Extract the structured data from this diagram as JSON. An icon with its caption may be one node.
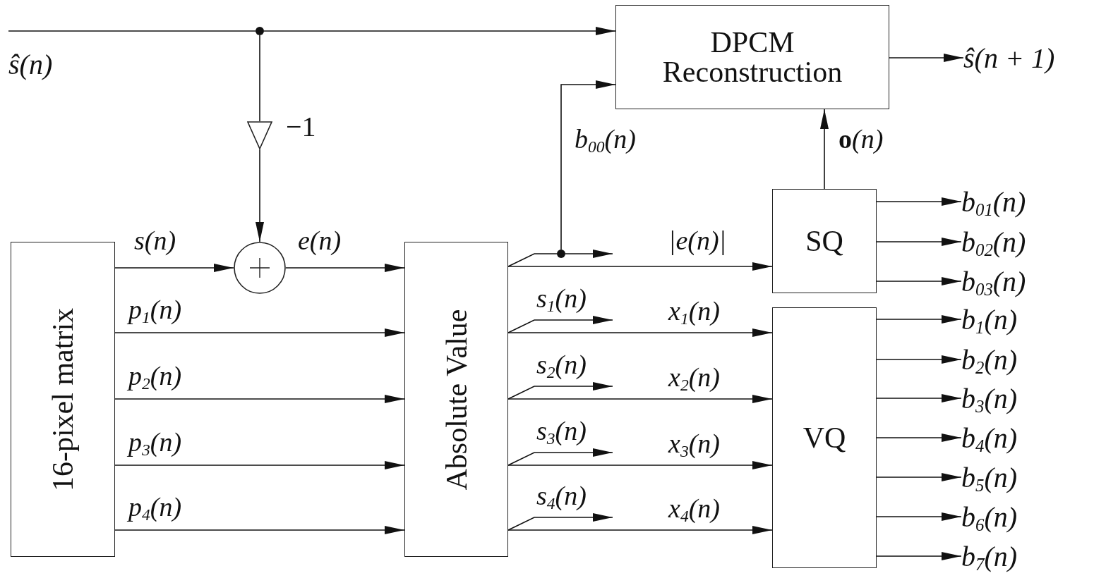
{
  "diagram": {
    "nodes": [
      {
        "text": [
          "ŝ(n)"
        ]
      },
      {
        "text": [],
        "shape": "circle"
      },
      {
        "text": [
          "DPCM Reconstruction"
        ]
      },
      {
        "text": [
          "ŝ(n + 1)"
        ]
      },
      {
        "text": [],
        "shape": "triangle",
        "beside": [
          "−1"
        ]
      },
      {
        "text": [],
        "shape": "circle"
      },
      {
        "text": [
          "16-pixel matrix"
        ]
      },
      {
        "text": [
          "Absolute Value"
        ]
      },
      {
        "text": [],
        "shape": "circle"
      },
      {
        "text": [
          "SQ"
        ]
      },
      {
        "text": [
          "VQ"
        ]
      },
      {
        "text": [
          "b$_{01}$(n)"
        ]
      },
      {
        "text": [
          "b$_{02}$(n)"
        ]
      },
      {
        "text": [
          "b$_{03}$(n)"
        ]
      },
      {
        "text": [
          "b$_{1}$(n)"
        ]
      },
      {
        "text": [
          "b$_{2}$(n)"
        ]
      },
      {
        "text": [
          "b$_{3}$(n)"
        ]
      },
      {
        "text": [
          "b$_{4}$(n)"
        ]
      },
      {
        "text": [
          "b$_{5}$(n)"
        ]
      },
      {
        "text": [
          "b$_{6}$(n)"
        ]
      },
      {
        "text": [
          "b$_{7}$(n)"
        ]
      }
    ],
    "edges": [
      {
        "from": 0,
        "to": 1,
        "arrow": "none"
      },
      {
        "from": 1,
        "to": 2,
        "arrow": "to"
      },
      {
        "from": 1,
        "to": 4,
        "arrow": "none"
      },
      {
        "from": 4,
        "to": 5,
        "arrow": "to"
      },
      {
        "from": 6,
        "to": 5,
        "arrow": "to",
        "label": "s(n)"
      },
      {
        "from": 5,
        "to": 7,
        "arrow": "to",
        "label": "e(n)"
      },
      {
        "from": 6,
        "to": 7,
        "arrow": "to",
        "label": "p$_{1}$(n)"
      },
      {
        "from": 6,
        "to": 7,
        "arrow": "to",
        "label": "p$_{2}$(n)"
      },
      {
        "from": 6,
        "to": 7,
        "arrow": "to",
        "label": "p$_{3}$(n)"
      },
      {
        "from": 6,
        "to": 7,
        "arrow": "to",
        "label": "p$_{4}$(n)"
      },
      {
        "from": 7,
        "to": 8,
        "arrow": "none"
      },
      {
        "from": 8,
        "to": null,
        "arrow": "to"
      },
      {
        "from": 8,
        "to": 2,
        "arrow": "to",
        "label": "b$_{00}$(n)"
      },
      {
        "from": 7,
        "to": 9,
        "arrow": "to",
        "label": "|e(n)|"
      },
      {
        "from": 7,
        "to": null,
        "arrow": "to",
        "label": "s$_{1}$(n)"
      },
      {
        "from": 7,
        "to": null,
        "arrow": "to",
        "label": "s$_{2}$(n)"
      },
      {
        "from": 7,
        "to": null,
        "arrow": "to",
        "label": "s$_{3}$(n)"
      },
      {
        "from": 7,
        "to": null,
        "arrow": "to",
        "label": "s$_{4}$(n)"
      },
      {
        "from": 7,
        "to": 10,
        "arrow": "to",
        "label": "x$_{1}$(n)"
      },
      {
        "from": 7,
        "to": 10,
        "arrow": "to",
        "label": "x$_{2}$(n)"
      },
      {
        "from": 7,
        "to": 10,
        "arrow": "to",
        "label": "x$_{3}$(n)"
      },
      {
        "from": 7,
        "to": 10,
        "arrow": "to",
        "label": "x$_{4}$(n)"
      },
      {
        "from": 9,
        "to": 2,
        "arrow": "to",
        "label": "**o**(n)"
      },
      {
        "from": 2,
        "to": 3,
        "arrow": "to"
      },
      {
        "from": 9,
        "to": 11,
        "arrow": "to"
      },
      {
        "from": 9,
        "to": 12,
        "arrow": "to"
      },
      {
        "from": 9,
        "to": 13,
        "arrow": "to"
      },
      {
        "from": 10,
        "to": 14,
        "arrow": "to"
      },
      {
        "from": 10,
        "to": 15,
        "arrow": "to"
      },
      {
        "from": 10,
        "to": 16,
        "arrow": "to"
      },
      {
        "from": 10,
        "to": 17,
        "arrow": "to"
      },
      {
        "from": 10,
        "to": 18,
        "arrow": "to"
      },
      {
        "from": 10,
        "to": 19,
        "arrow": "to"
      },
      {
        "from": 10,
        "to": 20,
        "arrow": "to"
      }
    ]
  }
}
